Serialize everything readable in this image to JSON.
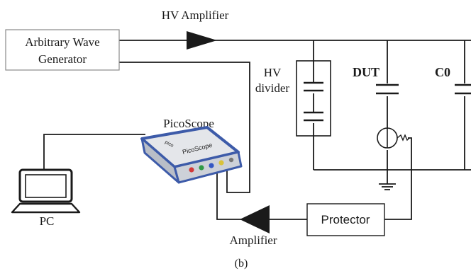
{
  "labels": {
    "hv_amplifier": "HV Amplifier",
    "awg_line1": "Arbitrary Wave",
    "awg_line2": "Generator",
    "hv_divider_line1": "HV",
    "hv_divider_line2": "divider",
    "dut": "DUT",
    "c0": "C0",
    "picoscope": "PicoScope",
    "picoscope_brand": "PicoScope",
    "pc": "PC",
    "protector": "Protector",
    "amplifier": "Amplifier",
    "caption": "(b)"
  },
  "colors": {
    "wire": "#1a1a1a",
    "scope_body": "#e4e6ea",
    "scope_accent": "#3d5ba9",
    "scope_ports": [
      "#d23a3a",
      "#2f9a45",
      "#3457c4",
      "#d9c23a"
    ]
  },
  "icons": {
    "amplifier_symbol": "triangle-amplifier-icon",
    "laptop": "laptop-icon",
    "oscilloscope": "usb-oscilloscope-icon",
    "current_probe": "current-probe-icon",
    "ground": "ground-icon",
    "capacitor": "capacitor-icon"
  }
}
